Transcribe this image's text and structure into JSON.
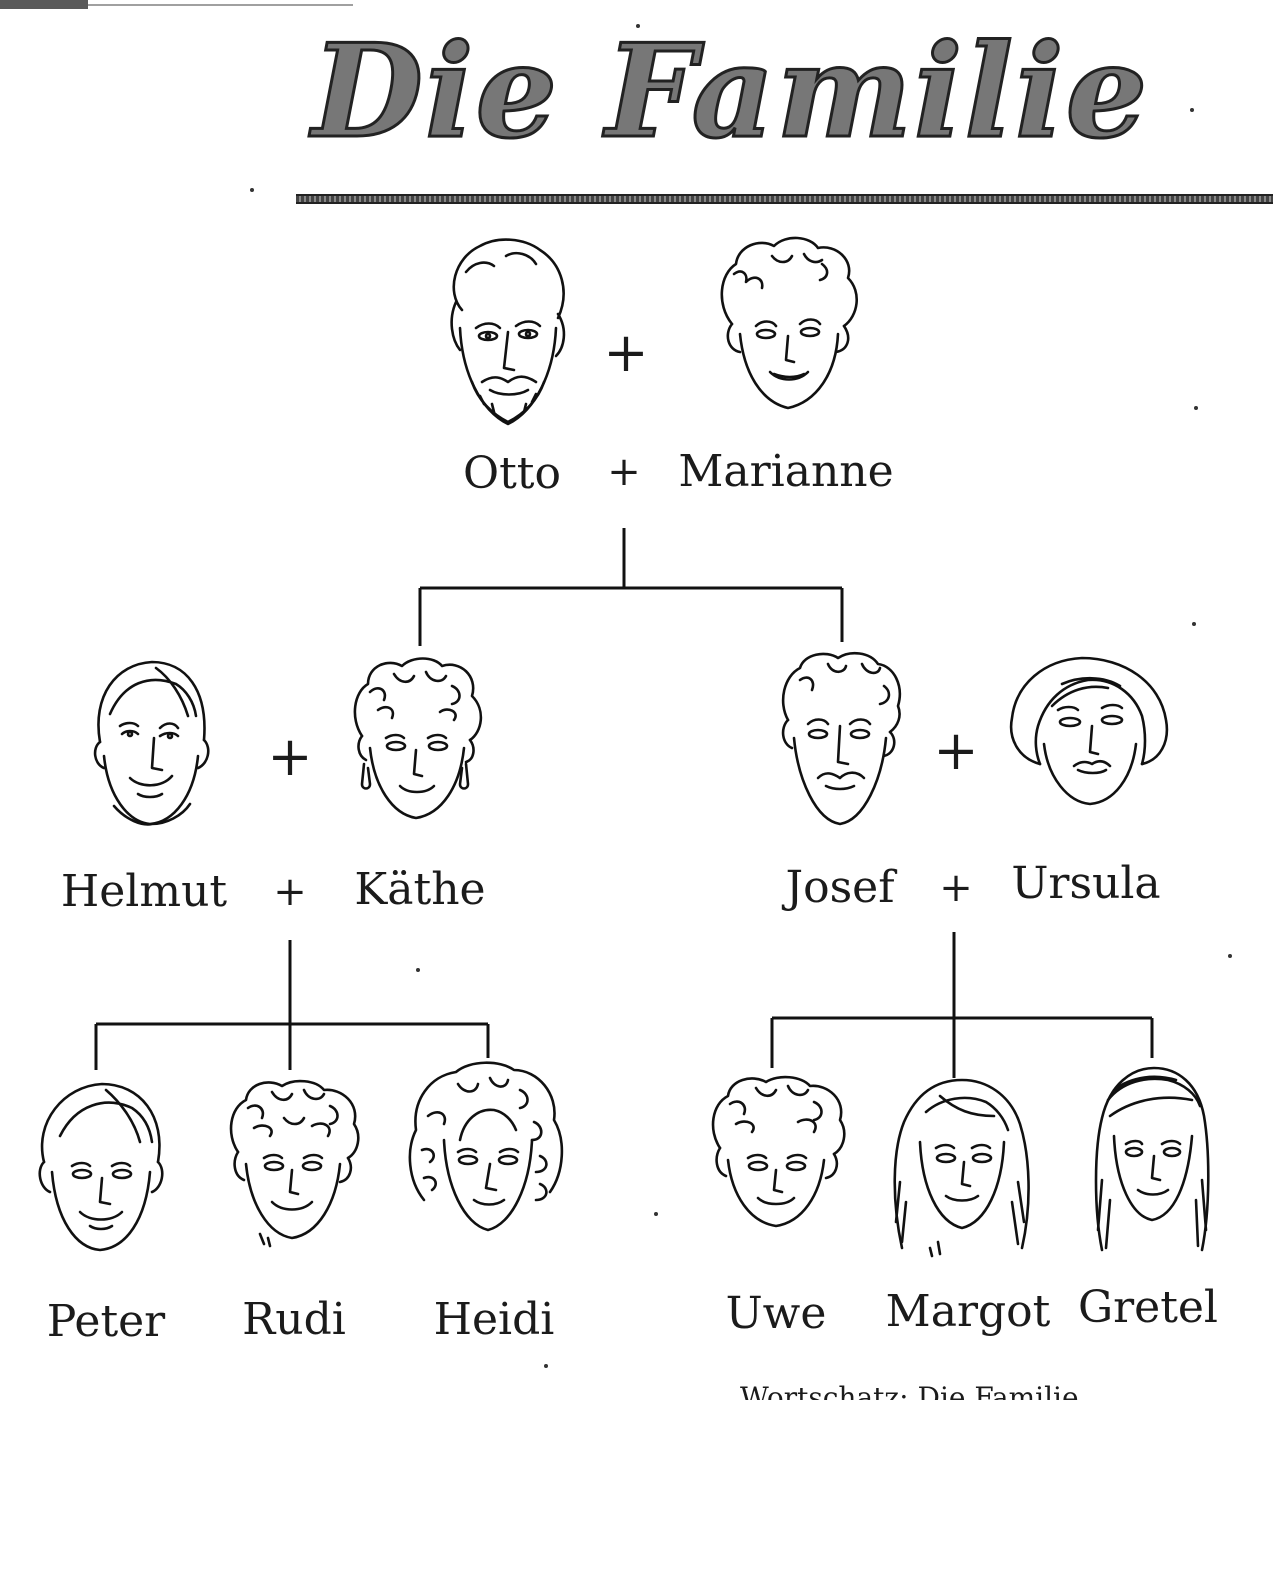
{
  "title": "Die Familie",
  "plus_symbol": "+",
  "grandparents": {
    "father": {
      "name": "Otto",
      "face_icon": "bearded-man-face-icon"
    },
    "mother": {
      "name": "Marianne",
      "face_icon": "curly-haired-woman-face-icon"
    }
  },
  "family_left": {
    "father": {
      "name": "Helmut",
      "face_icon": "man-face-icon"
    },
    "mother": {
      "name": "Käthe",
      "face_icon": "curly-haired-woman-face-icon"
    },
    "children": [
      {
        "name": "Peter",
        "face_icon": "boy-face-icon"
      },
      {
        "name": "Rudi",
        "face_icon": "curly-haired-boy-face-icon"
      },
      {
        "name": "Heidi",
        "face_icon": "curly-haired-girl-face-icon"
      }
    ]
  },
  "family_right": {
    "father": {
      "name": "Josef",
      "face_icon": "mustached-man-face-icon"
    },
    "mother": {
      "name": "Ursula",
      "face_icon": "bob-haired-woman-face-icon"
    },
    "children": [
      {
        "name": "Uwe",
        "face_icon": "curly-haired-boy-face-icon"
      },
      {
        "name": "Margot",
        "face_icon": "long-haired-girl-face-icon"
      },
      {
        "name": "Gretel",
        "face_icon": "long-haired-girl-face-icon"
      }
    ]
  },
  "footer_caption": "Wortschatz: Die Familie"
}
